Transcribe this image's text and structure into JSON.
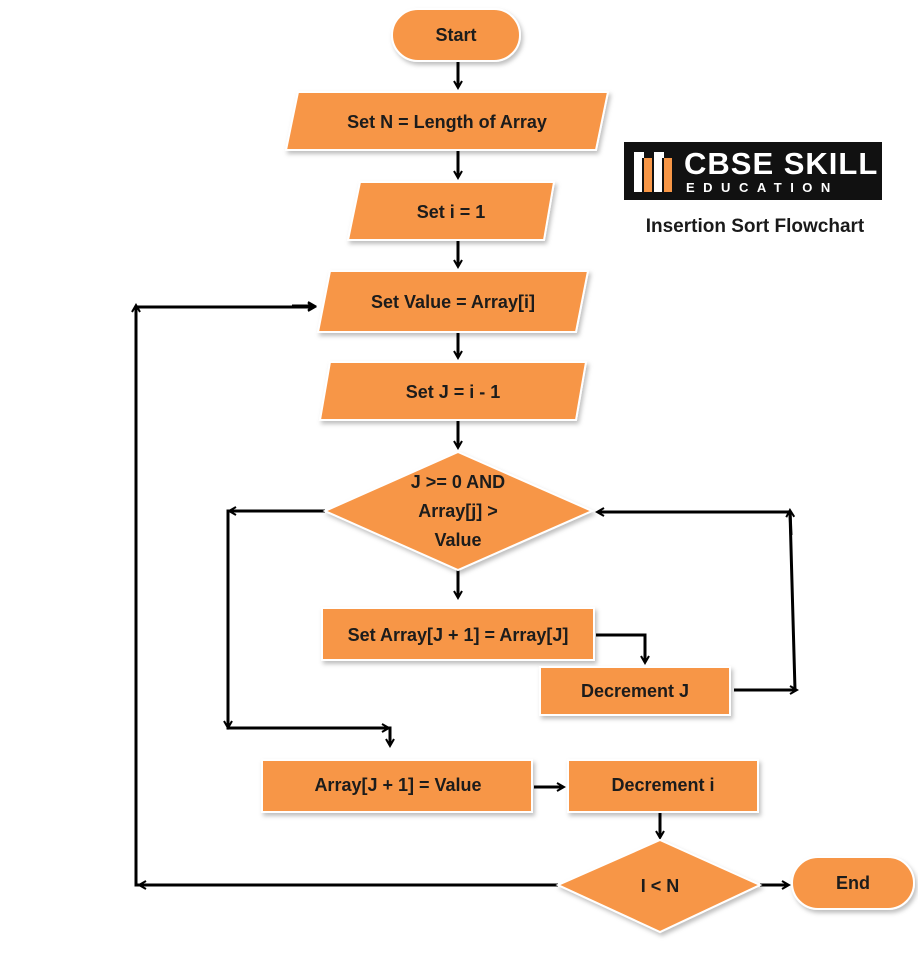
{
  "colors": {
    "node_fill": "#F79646",
    "node_border": "#ffffff",
    "line": "#000000",
    "text": "#1a1a1a",
    "logo_bg": "#111111",
    "logo_accent": "#F79646"
  },
  "nodes": {
    "start": "Start",
    "set_n": "Set N = Length of Array",
    "set_i": "Set i = 1",
    "set_value": "Set Value = Array[i]",
    "set_j": "Set J = i - 1",
    "cond_loop": [
      "J >= 0 AND",
      "Array[j] >",
      "Value"
    ],
    "shift": "Set Array[J + 1] = Array[J]",
    "dec_j": "Decrement J",
    "insert": "Array[J + 1] = Value",
    "dec_i": "Decrement i",
    "cond_outer": "I < N",
    "end": "End"
  },
  "logo": {
    "line1": "CBSE SKILL",
    "line2": "EDUCATION",
    "icon": "castle-tower-icon"
  },
  "caption": "Insertion Sort Flowchart"
}
